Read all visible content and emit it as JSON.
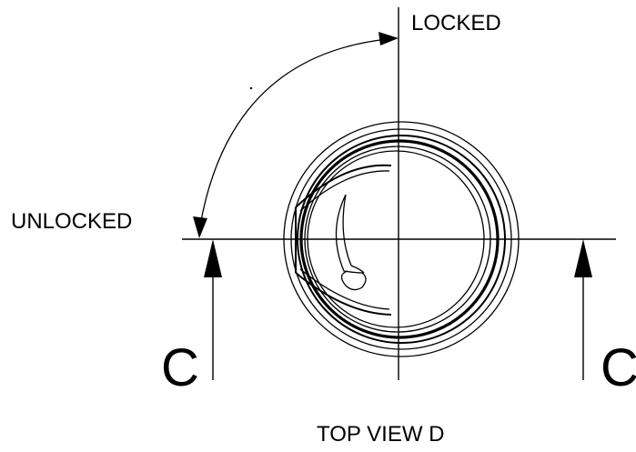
{
  "labels": {
    "locked": "LOCKED",
    "unlocked": "UNLOCKED",
    "section_left": "C",
    "section_right": "C",
    "view_title": "TOP VIEW D"
  },
  "colors": {
    "line": "#000000",
    "background": "#ffffff"
  }
}
